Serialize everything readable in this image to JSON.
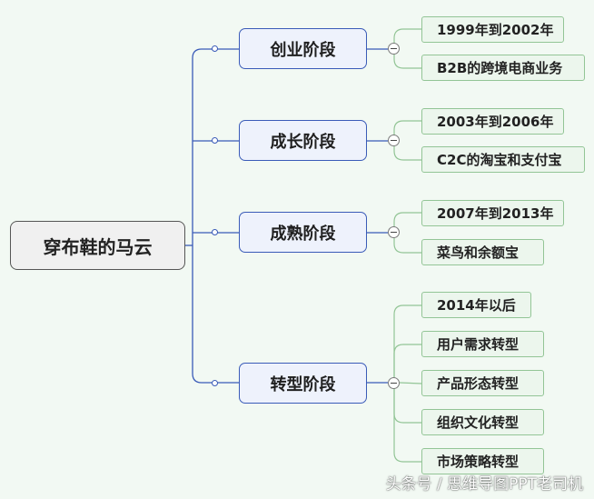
{
  "root": {
    "label": "穿布鞋的马云"
  },
  "stages": [
    {
      "label": "创业阶段",
      "items": [
        "1999年到2002年",
        "B2B的跨境电商业务"
      ]
    },
    {
      "label": "成长阶段",
      "items": [
        "2003年到2006年",
        "C2C的淘宝和支付宝"
      ]
    },
    {
      "label": "成熟阶段",
      "items": [
        "2007年到2013年",
        "菜鸟和余额宝"
      ]
    },
    {
      "label": "转型阶段",
      "items": [
        "2014年以后",
        "用户需求转型",
        "产品形态转型",
        "组织文化转型",
        "市场策略转型"
      ]
    }
  ],
  "watermark": "头条号 / 思维导图PPT老司机",
  "colors": {
    "background": "#f2f9f3",
    "root_border": "#555555",
    "stage_border": "#3a5bb8",
    "stage_fill": "#eef2fc",
    "leaf_border": "#93c596",
    "leaf_fill": "#ecf6ed",
    "trunk_line": "#3a5bb8",
    "branch_line": "#93c596"
  }
}
